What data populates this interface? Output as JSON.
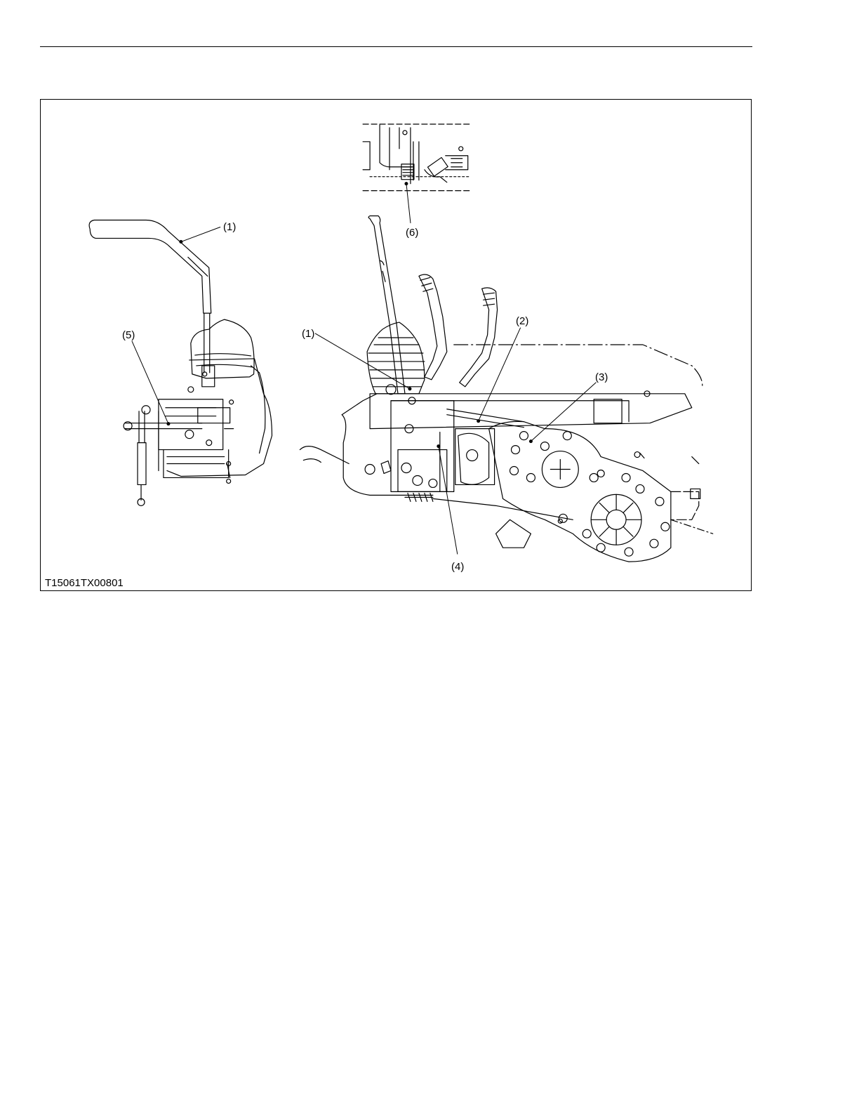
{
  "figure": {
    "id": "T15061TX00801",
    "callouts": {
      "c1_left": "(1)",
      "c5": "(5)",
      "c6": "(6)",
      "c1_right": "(1)",
      "c2": "(2)",
      "c3": "(3)",
      "c4": "(4)"
    }
  }
}
